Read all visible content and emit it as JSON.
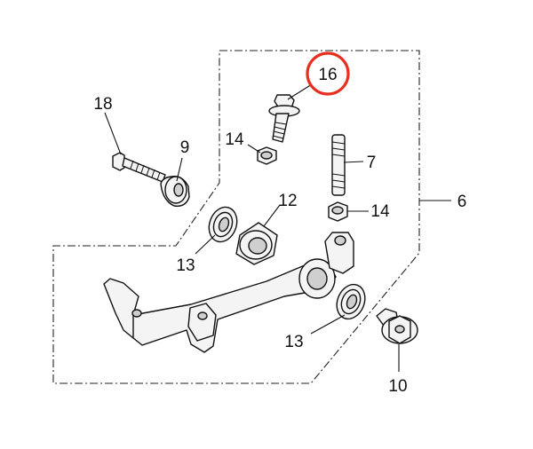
{
  "diagram": {
    "highlight_color": "#e8301f",
    "callouts": {
      "c16": "16",
      "c18": "18",
      "c9": "9",
      "c14a": "14",
      "c7": "7",
      "c12": "12",
      "c6": "6",
      "c14b": "14",
      "c13a": "13",
      "c13b": "13",
      "c10": "10"
    }
  }
}
